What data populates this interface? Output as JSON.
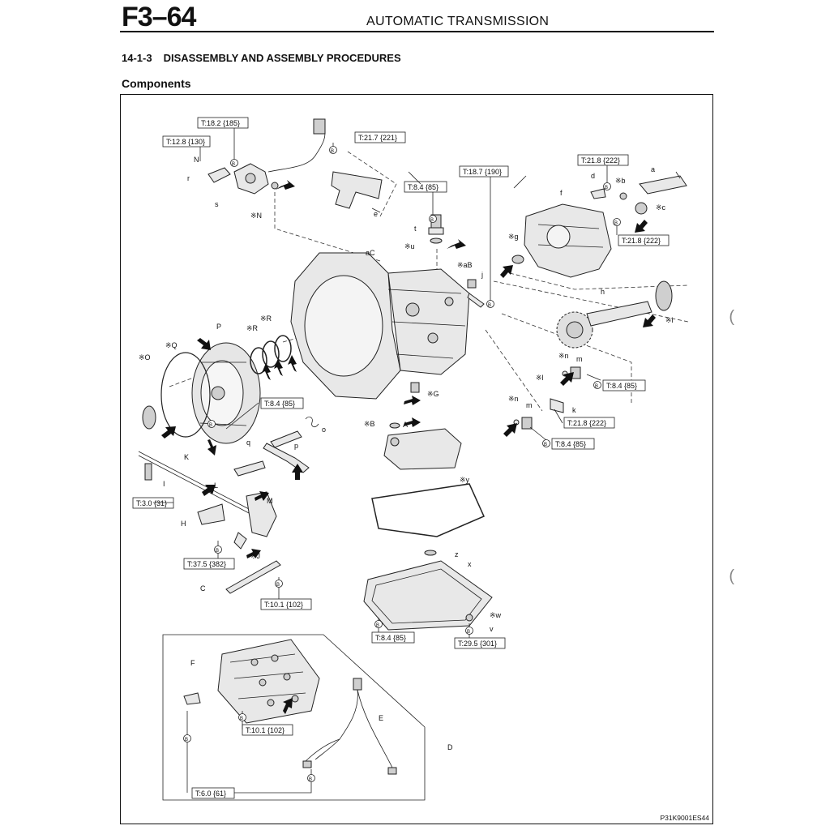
{
  "header": {
    "page_id": "F3–64",
    "title": "AUTOMATIC TRANSMISSION"
  },
  "section": {
    "number": "14-1-3",
    "title": "DISASSEMBLY AND ASSEMBLY PROCEDURES"
  },
  "sub_heading": "Components",
  "figure_code": "P31K9001ES44",
  "torque_boxes": [
    "T:18.2 {185}",
    "T:12.8 {130}",
    "T:21.7 {221}",
    "T:18.7 {190}",
    "T:8.4 {85}",
    "T:21.8 {222}",
    "T:21.8 {222}",
    "T:8.4 {85}",
    "T:8.4 {85}",
    "T:21.8 {222}",
    "T:8.4 {85}",
    "T:3.0 {31}",
    "T:37.5 {382}",
    "T:10.1 {102}",
    "T:8.4 {85}",
    "T:29.5 {301}",
    "T:10.1 {102}",
    "T:6.0 {61}"
  ],
  "part_labels": [
    "N",
    "r",
    "s",
    "※N",
    "e",
    "t",
    "※u",
    "※aB",
    "j",
    "aC",
    "a",
    "d",
    "※b",
    "f",
    "※c",
    "※g",
    "h",
    "※i",
    "P",
    "※R",
    "※R",
    "※Q",
    "※O",
    "※G",
    "※n",
    "m",
    "※l",
    "※n",
    "m",
    "k",
    "o",
    "p",
    "q",
    "※B",
    "A",
    "K",
    "I",
    "L",
    "M",
    "H",
    "※J",
    "※y",
    "z",
    "x",
    "C",
    "※w",
    "v",
    "F",
    "E",
    "D"
  ],
  "bolt_symbol": "B"
}
